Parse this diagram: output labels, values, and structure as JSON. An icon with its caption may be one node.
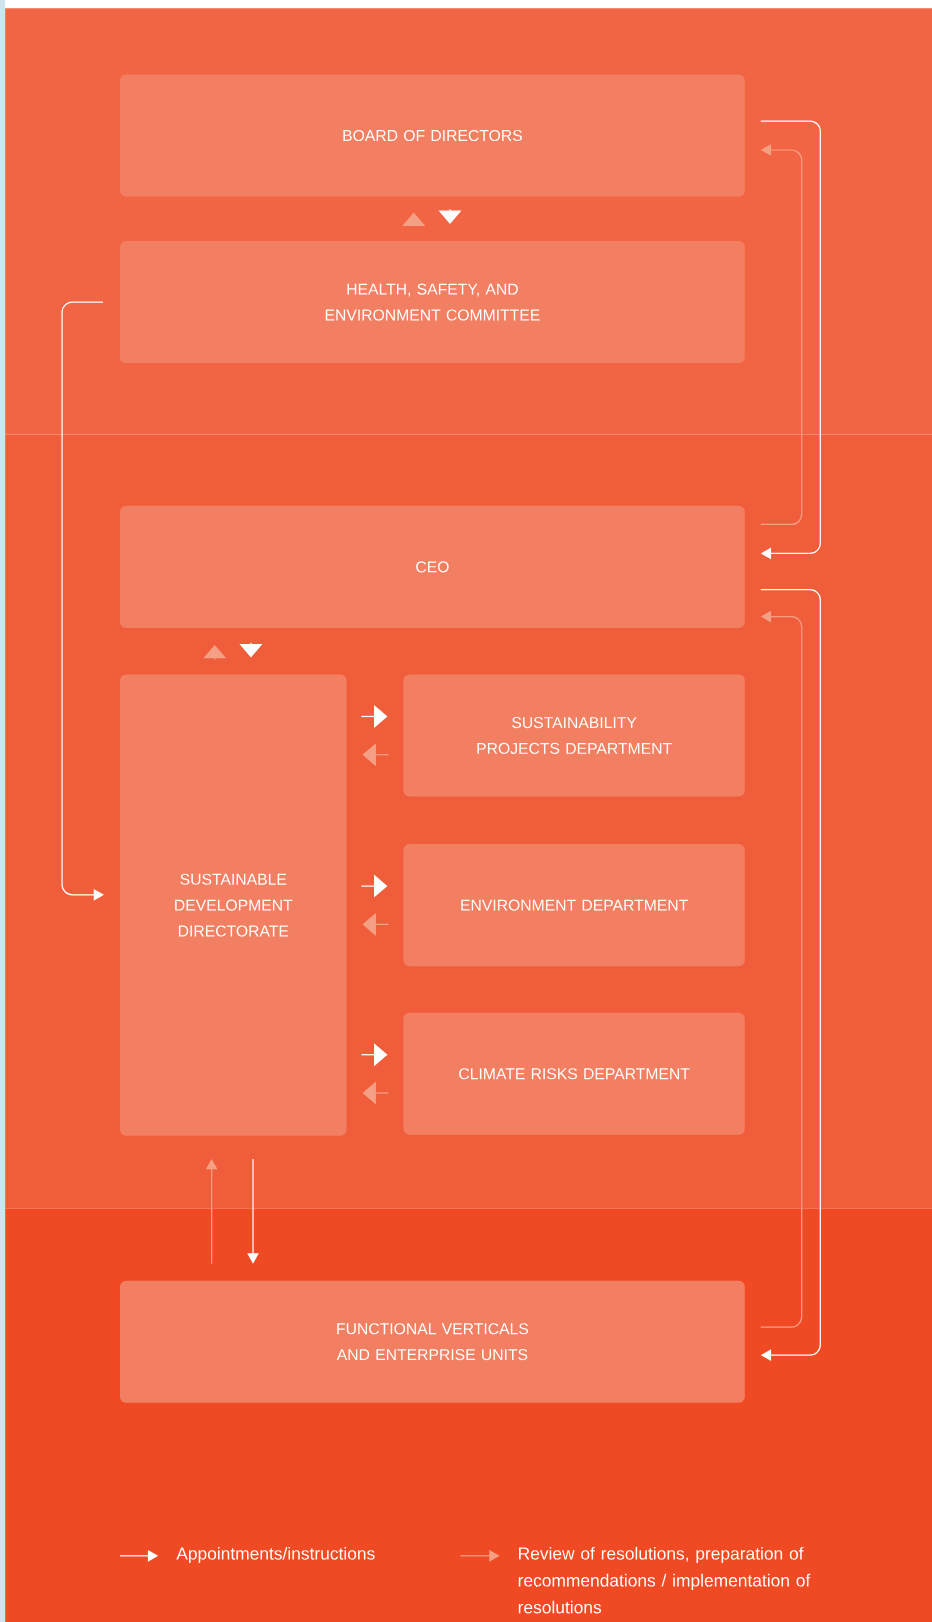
{
  "diagram": {
    "nodes": [
      {
        "text": [
          "BOARD OF DIRECTORS"
        ]
      },
      {
        "text": [
          "HEALTH, SAFETY, AND ENVIRONMENT COMMITTEE"
        ]
      },
      {
        "text": [
          "CEO"
        ]
      },
      {
        "text": [
          "SUSTAINABLE DEVELOPMENT DIRECTORATE"
        ]
      },
      {
        "text": [
          "SUSTAINABILITY PROJECTS DEPARTMENT"
        ]
      },
      {
        "text": [
          "ENVIRONMENT DEPARTMENT"
        ]
      },
      {
        "text": [
          "CLIMATE RISKS DEPARTMENT"
        ]
      },
      {
        "text": [
          "FUNCTIONAL VERTICALS AND ENTERPRISE UNITS"
        ]
      }
    ],
    "edges": [
      {
        "from": 0,
        "to": 1,
        "arrow": "to"
      },
      {
        "from": 1,
        "to": 0,
        "arrow": "to",
        "color": "#f5a085"
      },
      {
        "from": 1,
        "to": 3,
        "arrow": "to"
      },
      {
        "from": 0,
        "to": 2,
        "arrow": "to"
      },
      {
        "from": 2,
        "to": 0,
        "arrow": "to",
        "color": "#f5a085"
      },
      {
        "from": 2,
        "to": 7,
        "arrow": "to"
      },
      {
        "from": 7,
        "to": 2,
        "arrow": "to",
        "color": "#f5a085"
      },
      {
        "from": 2,
        "to": 3,
        "arrow": "to"
      },
      {
        "from": 3,
        "to": 2,
        "arrow": "to",
        "color": "#f5a085"
      },
      {
        "from": 3,
        "to": 4,
        "arrow": "to"
      },
      {
        "from": 4,
        "to": 3,
        "arrow": "to",
        "color": "#f5a085"
      },
      {
        "from": 3,
        "to": 5,
        "arrow": "to"
      },
      {
        "from": 5,
        "to": 3,
        "arrow": "to",
        "color": "#f5a085"
      },
      {
        "from": 3,
        "to": 6,
        "arrow": "to"
      },
      {
        "from": 6,
        "to": 3,
        "arrow": "to",
        "color": "#f5a085"
      },
      {
        "from": 3,
        "to": 7,
        "arrow": "to"
      },
      {
        "from": 7,
        "to": 3,
        "arrow": "to",
        "color": "#f5a085"
      }
    ],
    "legend": [
      {
        "text": "Appointments/instructions"
      },
      {
        "text": "Review of resolutions, preparation of recommendations / implementation of resolutions"
      }
    ]
  }
}
